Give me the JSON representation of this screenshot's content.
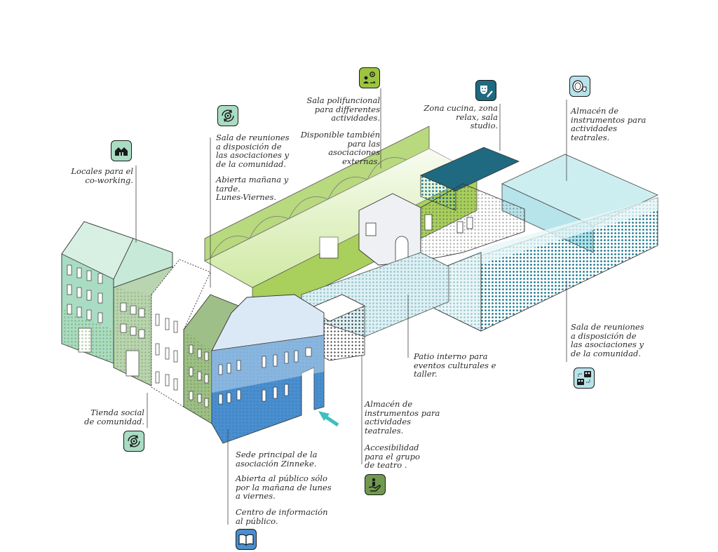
{
  "colors": {
    "green_light": "#cfe9a2",
    "green_mid": "#9cc43f",
    "mint": "#a9dcc3",
    "teal_dark": "#1f6a80",
    "teal_light": "#b7e3ea",
    "blue": "#4a8fce",
    "olive": "#6f9a4e",
    "arrow": "#3fbfbf"
  },
  "labels": {
    "coworking": "Locales para el\nco-working.",
    "reuniones1_a": "Sala de reuniones\na disposición de\nlas asociaciones y\nde la comunidad.",
    "reuniones1_b": "Abierta mañana y\ntarde.\nLunes-Viernes.",
    "polifuncional_a": "Sala polifuncional\npara differentes\nactividades.",
    "polifuncional_b": "Disponible también\npara las\nasociaciones\nexternas.",
    "cocina": "Zona cucina, zona\nrelax, sala\nstudio.",
    "almacen1": "Almacén de\ninstrumentos para\nactividades\nteatrales.",
    "reuniones2": "Sala de reuniones\na disposición de\nlas asociaciones y\nde la comunidad.",
    "patio": "Patio interno para\neventos culturales e\ntaller.",
    "almacen2_a": "Almacén de\ninstrumentos para\nactividades\nteatrales.",
    "almacen2_b": "Accesibilidad\npara el grupo\nde teatro .",
    "tienda": "Tienda social\nde comunidad.",
    "sede_a": "Sede principal de la\nasociación Zinneke.",
    "sede_b": "Abierta al público sólo\npor la mañana de lunes\na viernes.",
    "sede_c": "Centro de información\nal público."
  },
  "icons": {
    "coworking": "houses-icon",
    "reuniones1": "gear-cycle-icon",
    "polifuncional": "person-gear-icon",
    "cocina": "theater-mask-icon",
    "almacen1": "cup-and-plate-icon",
    "reuniones2": "meeting-people-icon",
    "almacen2": "hand-person-icon",
    "tienda": "gear-cycle-icon",
    "sede": "open-book-icon"
  }
}
